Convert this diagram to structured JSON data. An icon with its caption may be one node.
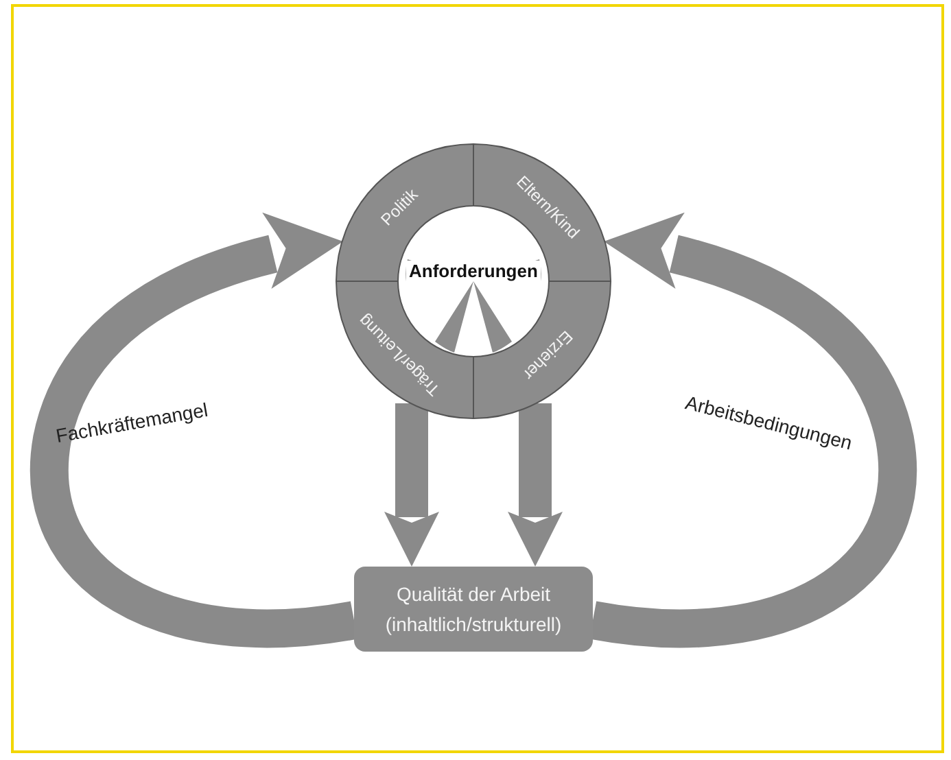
{
  "diagram": {
    "nodes": [
      {
        "text": [
          "Politik"
        ]
      },
      {
        "text": [
          "Eltern/Kind"
        ]
      },
      {
        "text": [
          "Träger/Leitung"
        ]
      },
      {
        "text": [
          "Erzieher"
        ]
      },
      {
        "text": [
          "Anforderungen"
        ]
      },
      {
        "text": [
          "Qualität der Arbeit (inhaltlich/strukturell)"
        ]
      }
    ],
    "edges": [
      {
        "from": 2,
        "to": 5,
        "arrow": "to"
      },
      {
        "from": 3,
        "to": 5,
        "arrow": "to"
      },
      {
        "from": 5,
        "to": 0,
        "arrow": "to",
        "label": "Fachkräftemangel"
      },
      {
        "from": 5,
        "to": 1,
        "arrow": "to",
        "label": "Arbeitsbedingungen"
      }
    ]
  }
}
